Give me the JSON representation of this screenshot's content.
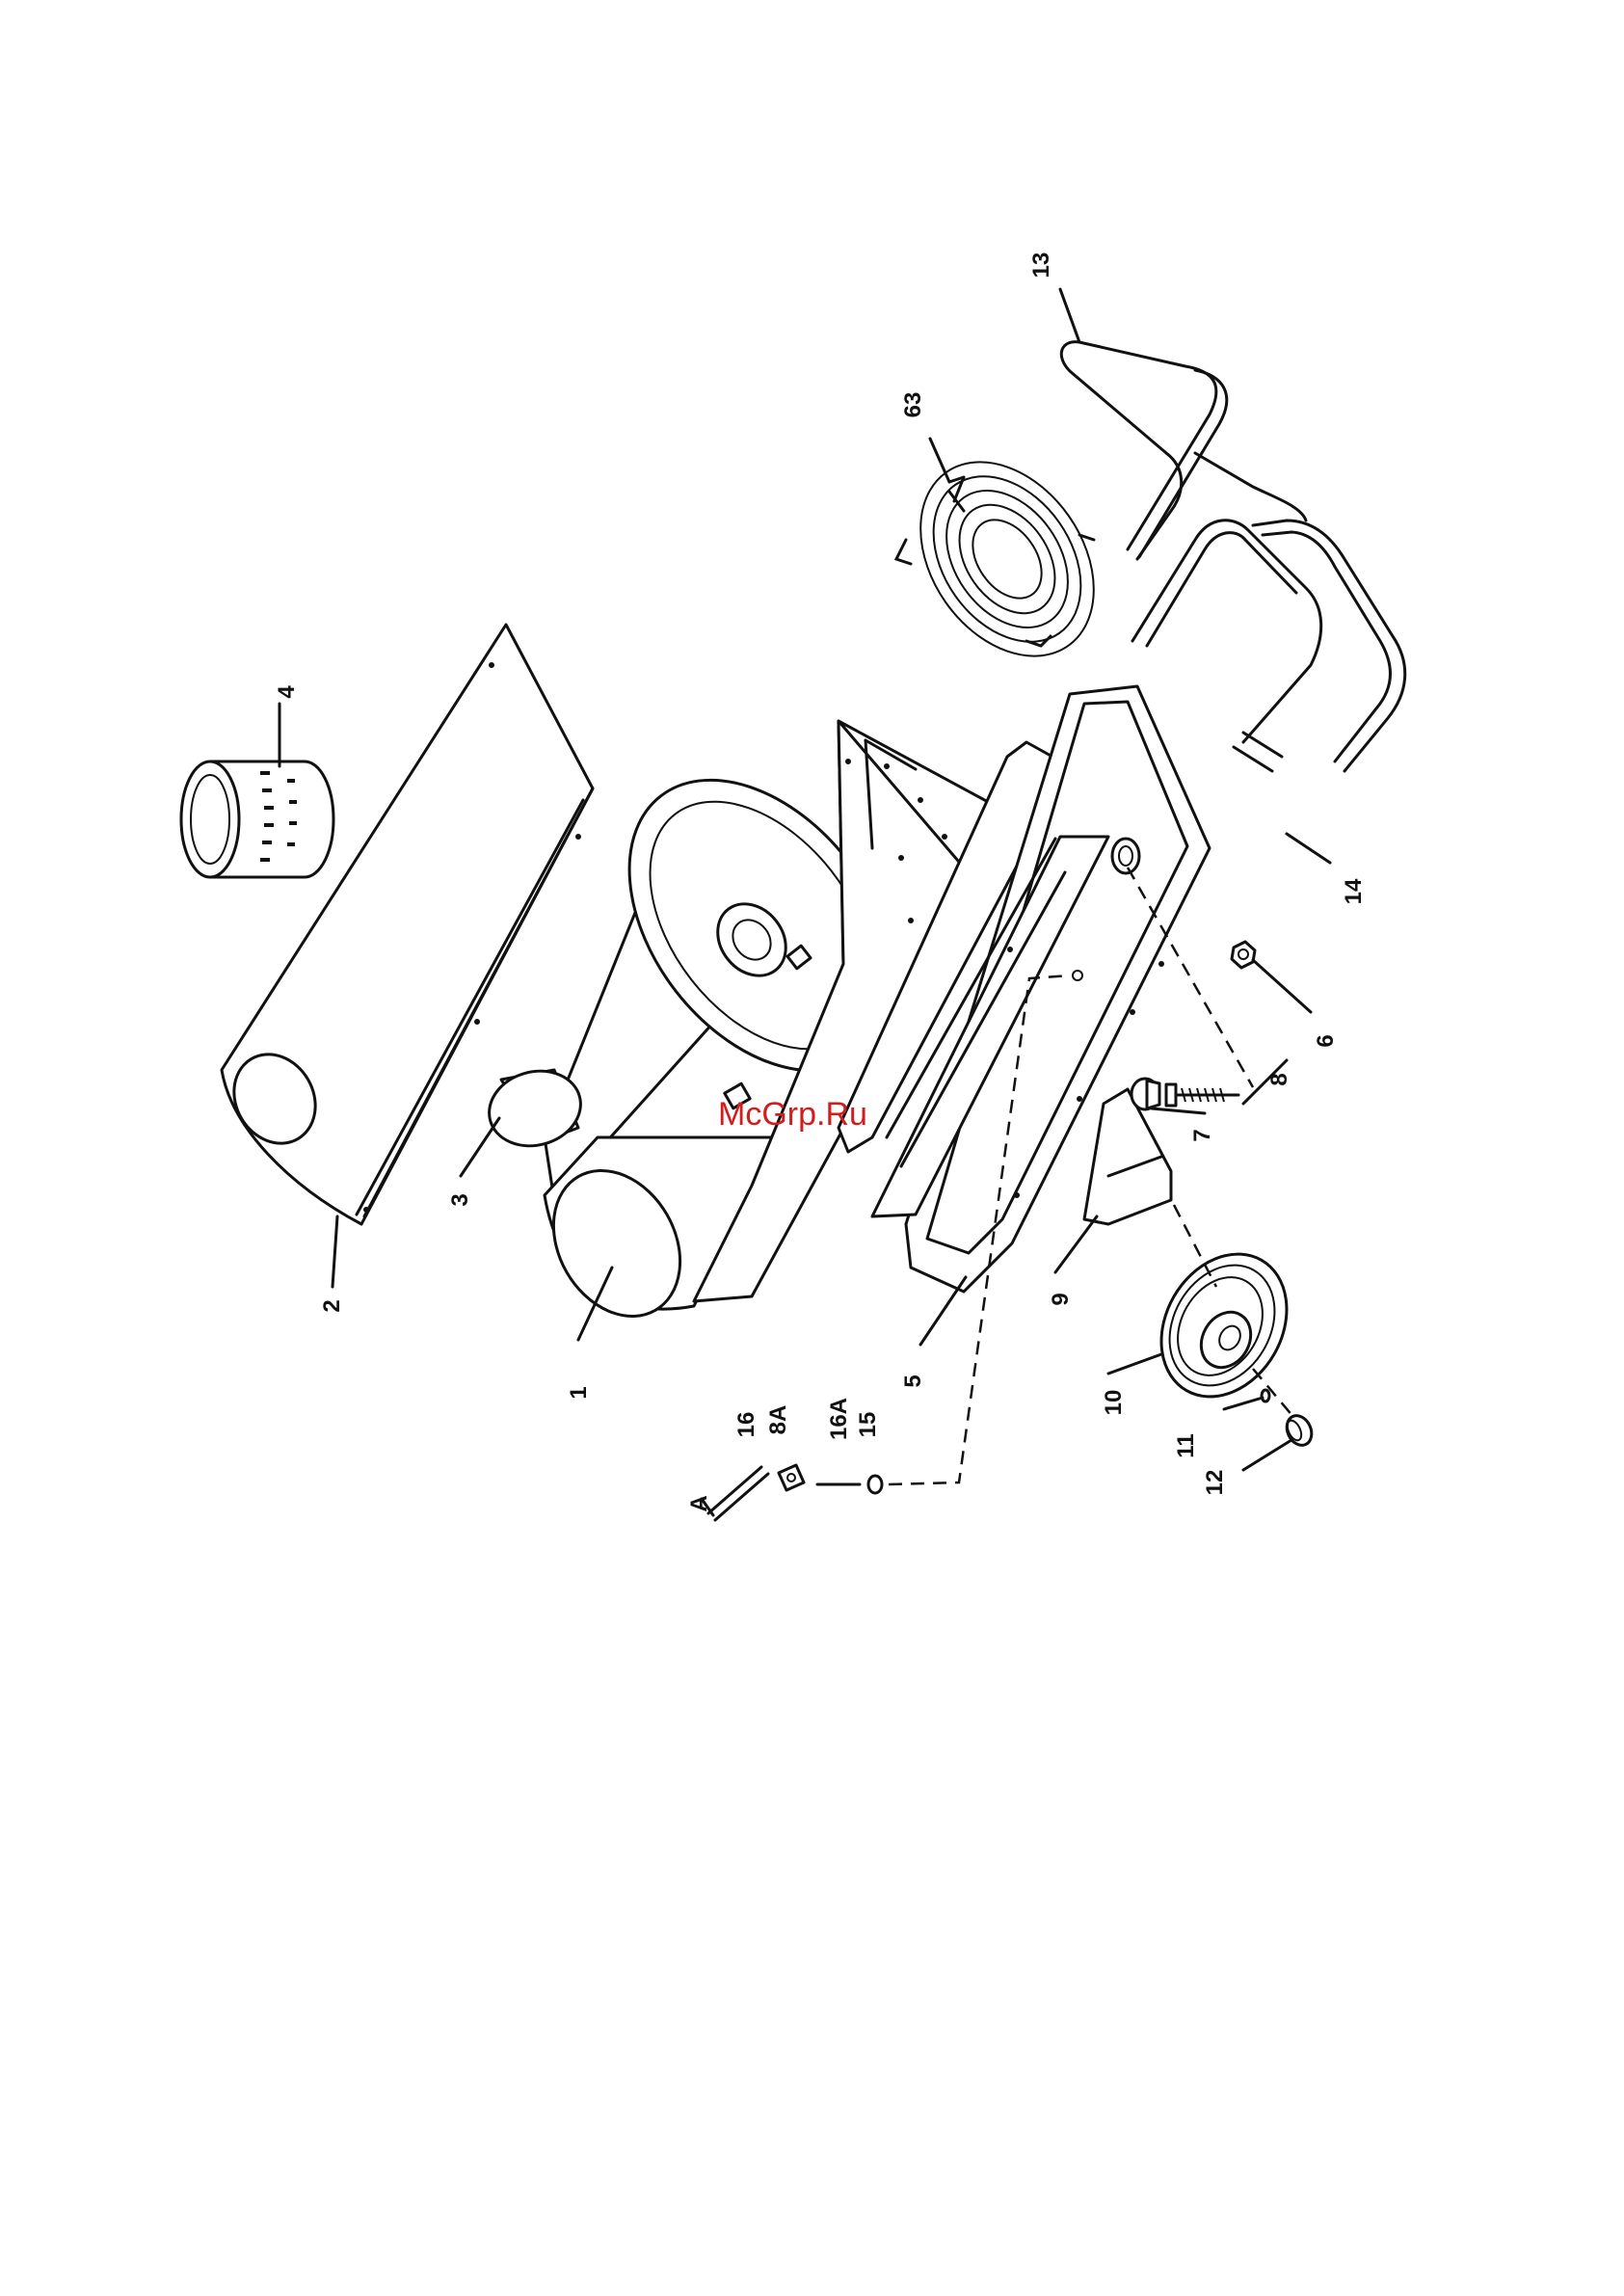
{
  "watermark": "McGrp.Ru",
  "callouts": {
    "c1": "1",
    "c2": "2",
    "c3": "3",
    "c4": "4",
    "c5": "5",
    "c6": "6",
    "c7": "7",
    "c8": "8",
    "c8a": "8A",
    "c9": "9",
    "c10": "10",
    "c11": "11",
    "c12": "12",
    "c13": "13",
    "c14": "14",
    "c15": "15",
    "c16": "16",
    "c16a": "16A",
    "c63": "63",
    "cA": "A"
  }
}
